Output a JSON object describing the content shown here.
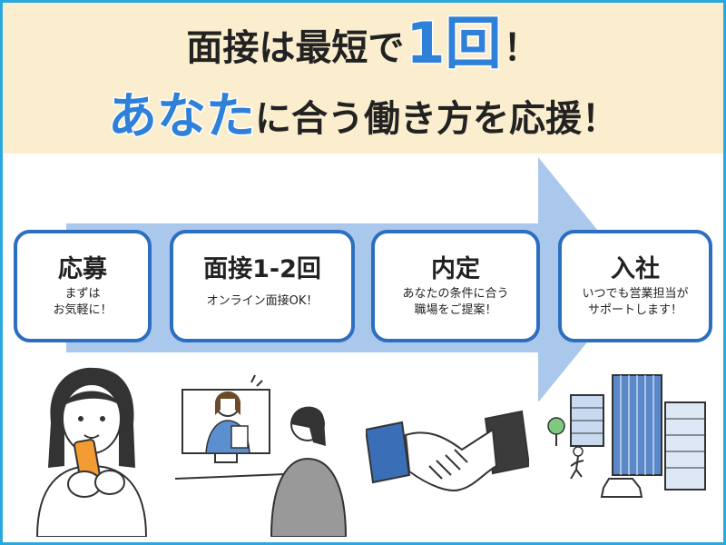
{
  "header": {
    "line1_a": "面接は最短で",
    "line1_big": "1回",
    "line1_b": "！",
    "line2_highlight": "あなた",
    "line2_rest": "に合う働き方を応援！"
  },
  "steps": [
    {
      "title": "応募",
      "sub1": "まずは",
      "sub2": "お気軽に！"
    },
    {
      "title": "面接1-2回",
      "sub1": "オンライン面接OK！",
      "sub2": ""
    },
    {
      "title": "内定",
      "sub1": "あなたの条件に合う",
      "sub2": "職場をご提案！"
    },
    {
      "title": "入社",
      "sub1": "いつでも営業担当が",
      "sub2": "サポートします！"
    }
  ],
  "colors": {
    "header_bg": "#fbeecf",
    "accent_blue": "#2f80d8",
    "box_border": "#2c6fc0",
    "arrow": "#a9c8ec",
    "frame": "#29a8e0"
  },
  "icons": [
    "woman-smartphone-icon",
    "online-interview-icon",
    "handshake-icon",
    "office-buildings-icon"
  ]
}
